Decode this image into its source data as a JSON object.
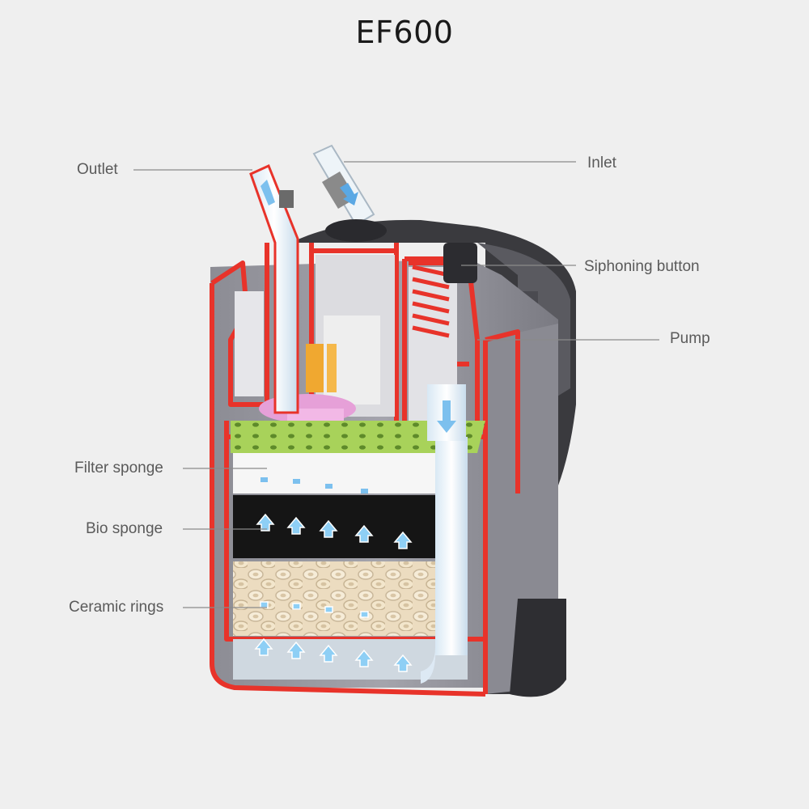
{
  "title": "EF600",
  "labels": {
    "outlet": "Outlet",
    "inlet": "Inlet",
    "siphoning_button": "Siphoning button",
    "pump": "Pump",
    "filter_sponge": "Filter sponge",
    "bio_sponge": "Bio sponge",
    "ceramic_rings": "Ceramic rings"
  },
  "colors": {
    "frame": "#e8332a",
    "body": "#9a9aa2",
    "water": "#9fd2f2",
    "plate": "#a8d25a",
    "bio": "#151515",
    "ceramic": "#ecdcc0"
  }
}
